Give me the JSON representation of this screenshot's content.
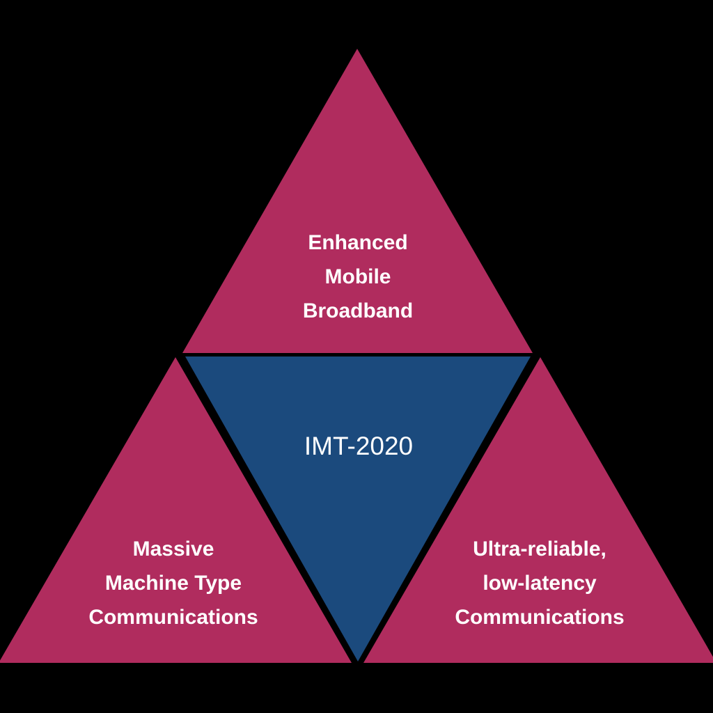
{
  "diagram": {
    "title": "IMT-2020 usage scenarios triangle",
    "background_color": "#000000",
    "segments": [
      {
        "id": "enhanced-mobile-broadband",
        "position": "top",
        "color": "#B02C5E",
        "text_color": "#ffffff",
        "lines": [
          "Enhanced",
          "Mobile",
          "Broadband"
        ]
      },
      {
        "id": "imt-2020",
        "position": "center",
        "color": "#1B4A7D",
        "text_color": "#ffffff",
        "lines": [
          "IMT-2020"
        ]
      },
      {
        "id": "massive-machine-type-communications",
        "position": "bottom-left",
        "color": "#B02C5E",
        "text_color": "#ffffff",
        "lines": [
          "Massive",
          "Machine Type",
          "Communications"
        ]
      },
      {
        "id": "ultra-reliable-low-latency-communications",
        "position": "bottom-right",
        "color": "#B02C5E",
        "text_color": "#ffffff",
        "lines": [
          "Ultra-reliable,",
          "low-latency",
          "Communications"
        ]
      }
    ]
  }
}
